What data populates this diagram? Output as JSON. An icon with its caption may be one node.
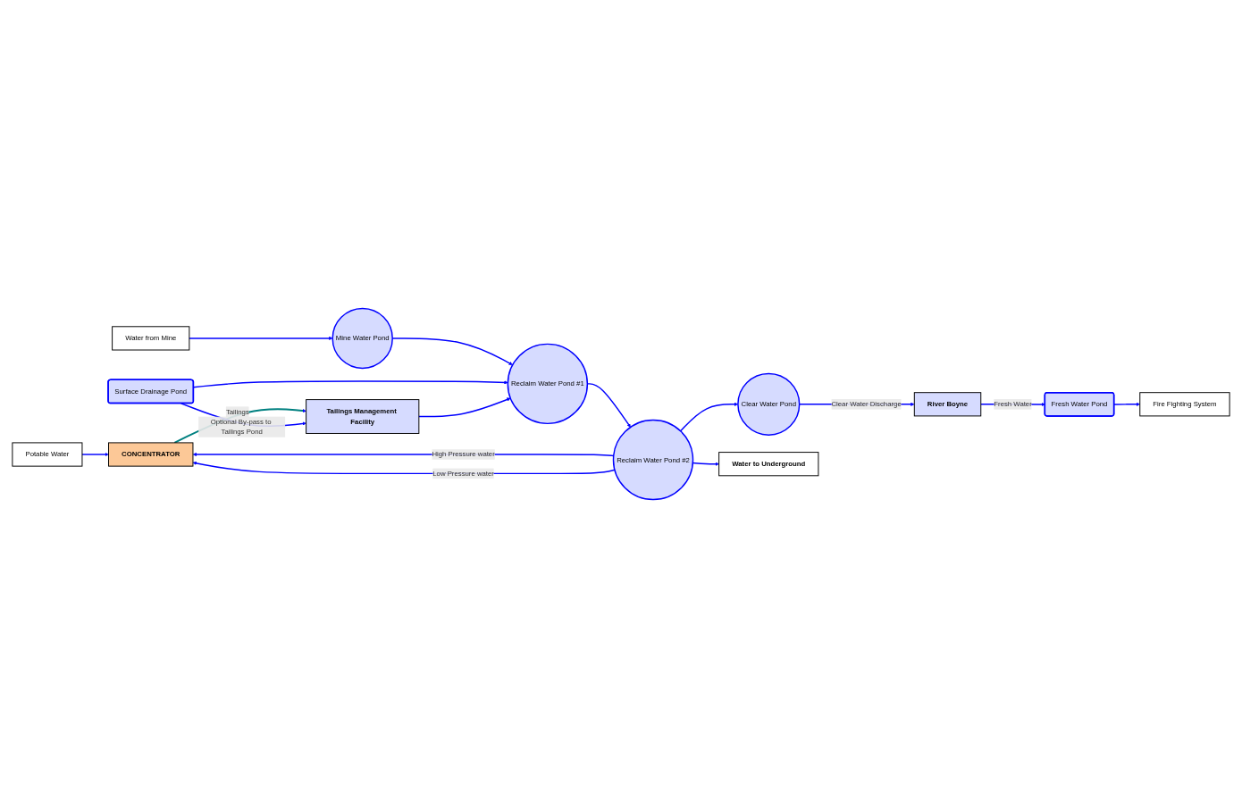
{
  "diagram": {
    "nodes": [
      {
        "text": [
          "CONCENTRATOR"
        ]
      },
      {
        "text": [
          "Potable Water"
        ]
      },
      {
        "text": [
          "Tailings Management Facility"
        ]
      },
      {
        "text": [
          "Surface Drainage Pond"
        ]
      },
      {
        "text": [
          "Fire Fighting System"
        ]
      },
      {
        "text": [
          "Fresh Water Pond"
        ]
      },
      {
        "text": [
          "Water from Mine"
        ]
      },
      {
        "text": [
          "Mine Water Pond"
        ]
      },
      {
        "text": [
          "Reclaim Water Pond #1"
        ]
      },
      {
        "text": [
          "Reclaim Water Pond #2"
        ]
      },
      {
        "text": [
          "Clear Water Pond"
        ]
      },
      {
        "text": [
          "Water to Underground"
        ]
      },
      {
        "text": [
          "River Boyne"
        ]
      }
    ],
    "edges": [
      {
        "from": 1,
        "to": 0,
        "arrow": "to"
      },
      {
        "from": 0,
        "to": 2,
        "arrow": "to",
        "label": "Tailings",
        "color": "#008080"
      },
      {
        "from": 3,
        "to": 2,
        "arrow": "to",
        "label": "Optional By-pass to Tailings Pond"
      },
      {
        "from": 5,
        "to": 4,
        "arrow": "to"
      },
      {
        "from": 12,
        "to": 5,
        "arrow": "to",
        "label": "Fresh Water"
      },
      {
        "from": 6,
        "to": 7,
        "arrow": "to"
      },
      {
        "from": 7,
        "to": 8,
        "arrow": "to"
      },
      {
        "from": 3,
        "to": 8,
        "arrow": "to"
      },
      {
        "from": 2,
        "to": 8,
        "arrow": "to"
      },
      {
        "from": 8,
        "to": 9,
        "arrow": "to"
      },
      {
        "from": 9,
        "to": 10,
        "arrow": "to"
      },
      {
        "from": 9,
        "to": 0,
        "arrow": "to",
        "label": "High Pressure water"
      },
      {
        "from": 9,
        "to": 0,
        "arrow": "to",
        "label": "Low Pressure water"
      },
      {
        "from": 9,
        "to": 11,
        "arrow": "to"
      },
      {
        "from": 10,
        "to": 12,
        "arrow": "to",
        "label": "Clear Water Discharge"
      }
    ]
  }
}
